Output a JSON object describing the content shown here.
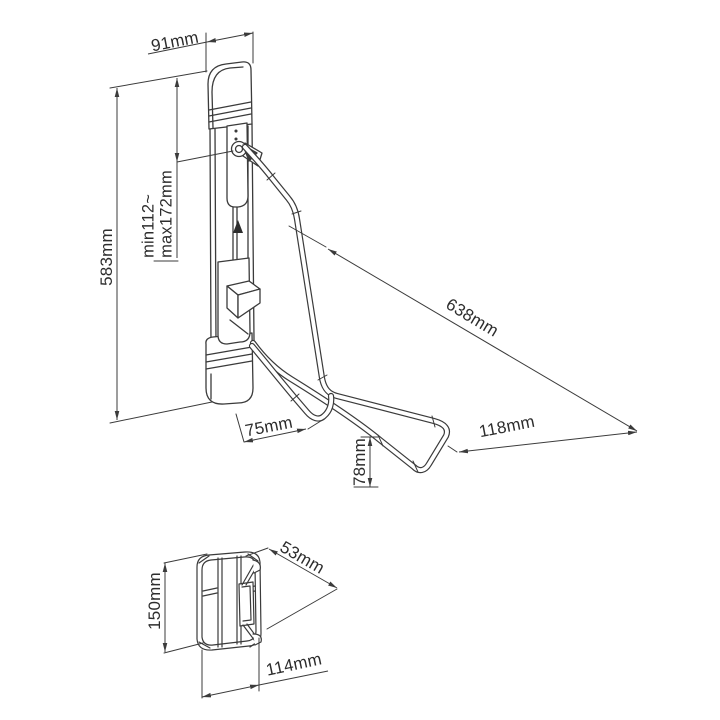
{
  "style": {
    "background": "#ffffff",
    "line_color": "#3b3b3b",
    "text_color": "#2d2d2d"
  },
  "dimensions": {
    "bracket_width": {
      "label": "91mm"
    },
    "bracket_height": {
      "label": "583mm"
    },
    "hook_height_range": {
      "line1": "min112~",
      "line2": "max172mm"
    },
    "arm_length": {
      "label": "638mm"
    },
    "base_offset": {
      "label": "75mm"
    },
    "hook_opening": {
      "label": "118mm"
    },
    "hook_drop": {
      "label": "78mm"
    },
    "folded_depth": {
      "label": "53mm"
    },
    "folded_height": {
      "label": "150mm"
    },
    "folded_width": {
      "label": "114mm"
    }
  }
}
